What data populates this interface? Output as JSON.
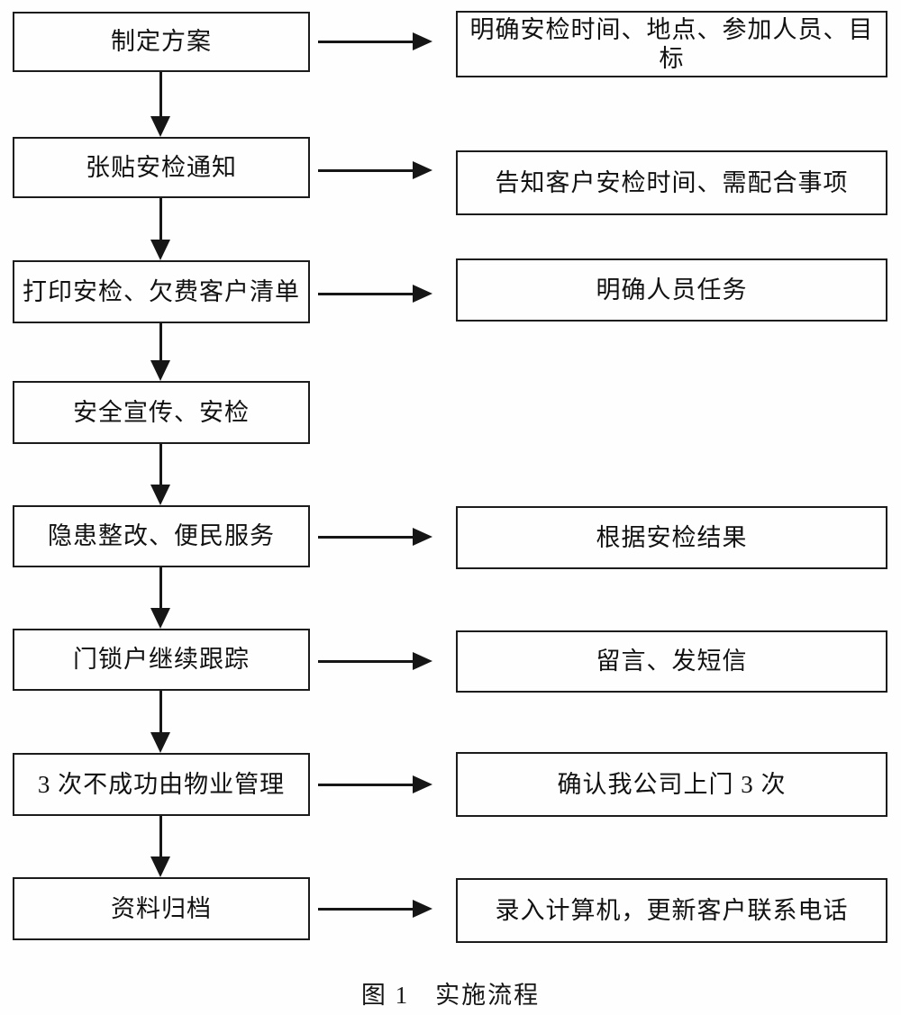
{
  "figure": {
    "caption": "图 1　实施流程"
  },
  "flowchart": {
    "rows": [
      {
        "left": "制定方案",
        "right": "明确安检时间、地点、参加人员、目标"
      },
      {
        "left": "张贴安检通知",
        "right": "告知客户安检时间、需配合事项"
      },
      {
        "left": "打印安检、欠费客户清单",
        "right": "明确人员任务"
      },
      {
        "left": "安全宣传、安检",
        "right": null
      },
      {
        "left": "隐患整改、便民服务",
        "right": "根据安检结果"
      },
      {
        "left": "门锁户继续跟踪",
        "right": "留言、发短信"
      },
      {
        "left": "3 次不成功由物业管理",
        "right": "确认我公司上门 3 次"
      },
      {
        "left": "资料归档",
        "right": "录入计算机，更新客户联系电话"
      }
    ]
  }
}
